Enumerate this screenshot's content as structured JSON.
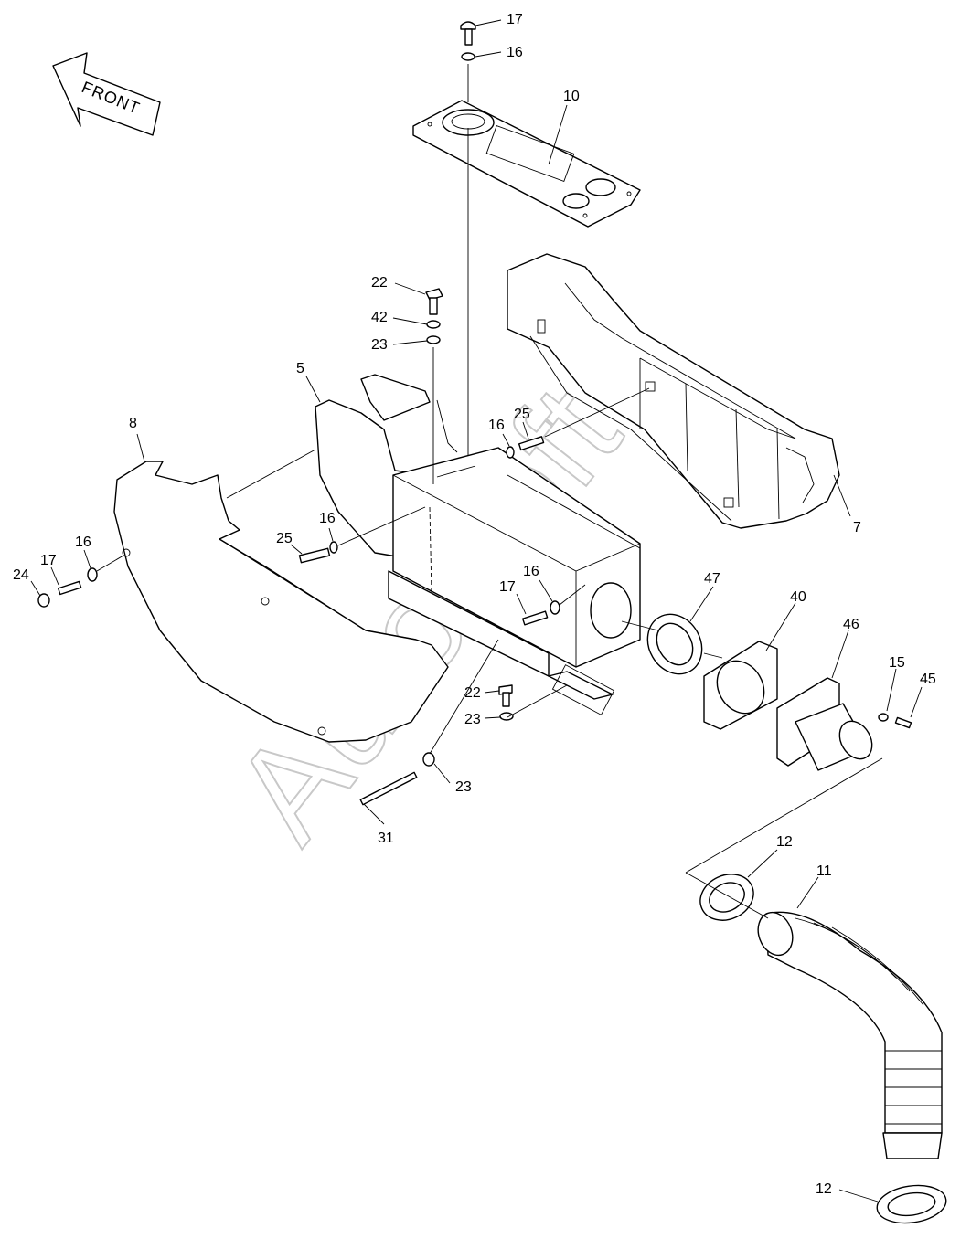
{
  "orientation": {
    "label": "FRONT"
  },
  "watermark": "AutoSoft",
  "callouts": [
    {
      "id": "c-17a",
      "label": "17"
    },
    {
      "id": "c-16a",
      "label": "16"
    },
    {
      "id": "c-10",
      "label": "10"
    },
    {
      "id": "c-22a",
      "label": "22"
    },
    {
      "id": "c-42",
      "label": "42"
    },
    {
      "id": "c-23a",
      "label": "23"
    },
    {
      "id": "c-5",
      "label": "5"
    },
    {
      "id": "c-8",
      "label": "8"
    },
    {
      "id": "c-16b",
      "label": "16"
    },
    {
      "id": "c-25a",
      "label": "25"
    },
    {
      "id": "c-25b",
      "label": "25"
    },
    {
      "id": "c-16c",
      "label": "16"
    },
    {
      "id": "c-17b",
      "label": "17"
    },
    {
      "id": "c-16d",
      "label": "16"
    },
    {
      "id": "c-24",
      "label": "24"
    },
    {
      "id": "c-7",
      "label": "7"
    },
    {
      "id": "c-17c",
      "label": "17"
    },
    {
      "id": "c-16e",
      "label": "16"
    },
    {
      "id": "c-47",
      "label": "47"
    },
    {
      "id": "c-40",
      "label": "40"
    },
    {
      "id": "c-46",
      "label": "46"
    },
    {
      "id": "c-15",
      "label": "15"
    },
    {
      "id": "c-45",
      "label": "45"
    },
    {
      "id": "c-22b",
      "label": "22"
    },
    {
      "id": "c-23b",
      "label": "23"
    },
    {
      "id": "c-23c",
      "label": "23"
    },
    {
      "id": "c-31",
      "label": "31"
    },
    {
      "id": "c-12a",
      "label": "12"
    },
    {
      "id": "c-11",
      "label": "11"
    },
    {
      "id": "c-12b",
      "label": "12"
    }
  ]
}
